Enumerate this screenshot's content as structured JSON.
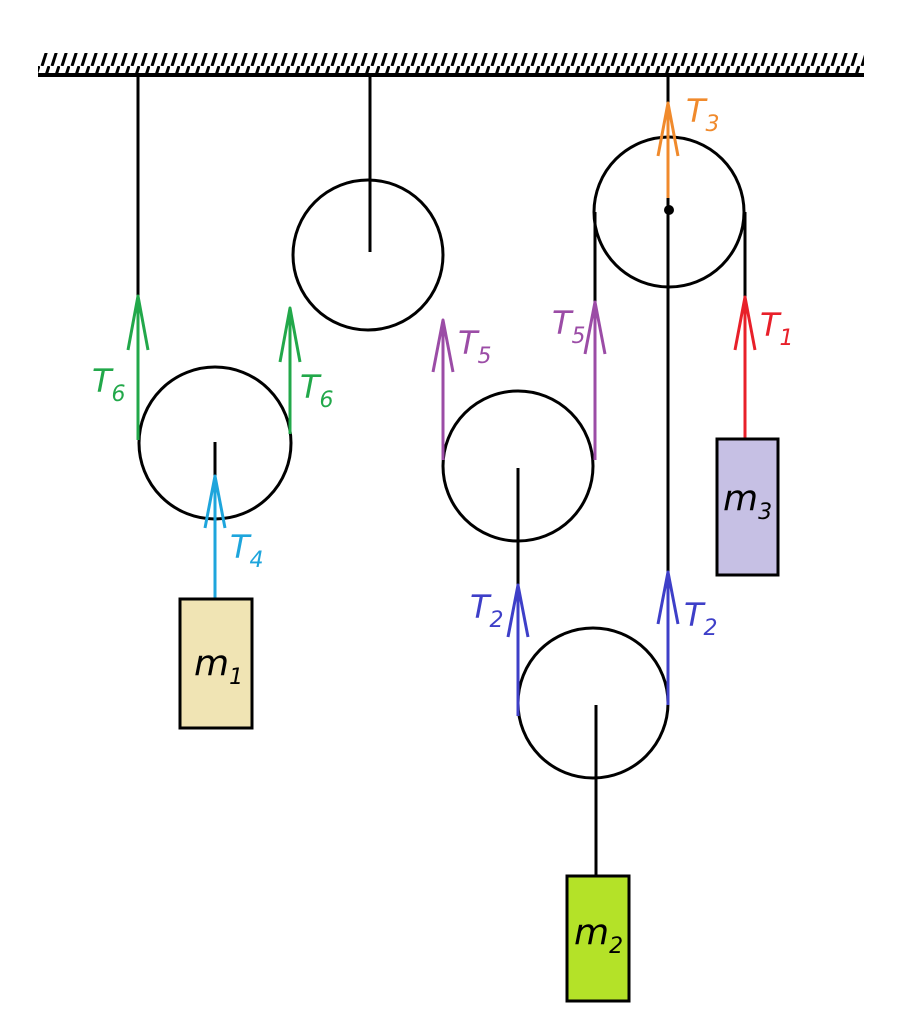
{
  "colors": {
    "background": "#ffffff",
    "rope": "#000000",
    "T1": "#e8202a",
    "T2": "#3e3fc8",
    "T3": "#f08a2c",
    "T4": "#1ea5dc",
    "T5": "#9b4ca6",
    "T6": "#22a84a",
    "m1": "#f0e4b4",
    "m2": "#b4e228",
    "m3": "#c6c0e4"
  },
  "tensions": {
    "T1": {
      "main": "T",
      "sub": "1"
    },
    "T2": {
      "main": "T",
      "sub": "2"
    },
    "T3": {
      "main": "T",
      "sub": "3"
    },
    "T4": {
      "main": "T",
      "sub": "4"
    },
    "T5": {
      "main": "T",
      "sub": "5"
    },
    "T6": {
      "main": "T",
      "sub": "6"
    }
  },
  "masses": {
    "m1": {
      "main": "m",
      "sub": "1"
    },
    "m2": {
      "main": "m",
      "sub": "2"
    },
    "m3": {
      "main": "m",
      "sub": "3"
    }
  }
}
